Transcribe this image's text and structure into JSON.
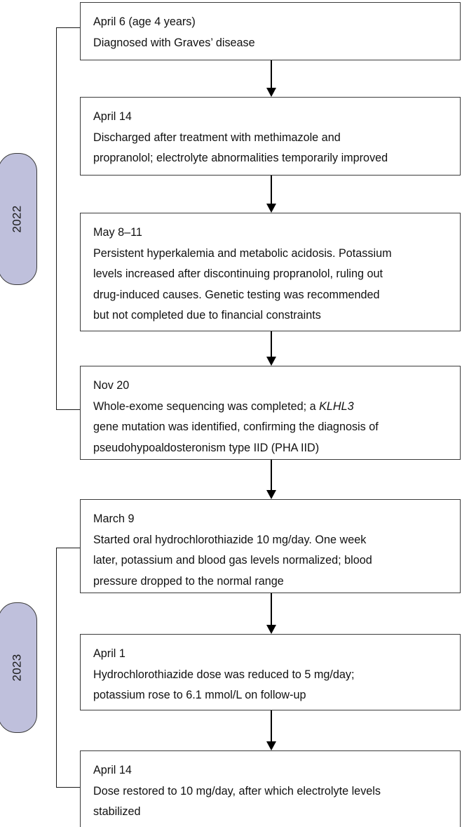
{
  "figure": {
    "type": "clinical-timeline-flowchart",
    "orientation": "vertical",
    "box_border_color": "#3b3b3b",
    "badge_fill_color": "#bfc0dc",
    "badge_border_color": "#3a3a3a",
    "arrow_color": "#000000"
  },
  "years": [
    {
      "id": "year-2022",
      "label": "2022"
    },
    {
      "id": "year-2023",
      "label": "2023"
    }
  ],
  "events": [
    {
      "id": "event-april-6-2022",
      "year": "2022",
      "date": "April 6 (age 4 years)",
      "body_lines": [
        "Diagnosed with Graves’ disease"
      ]
    },
    {
      "id": "event-april-14-2022",
      "year": "2022",
      "date": "April 14",
      "body_lines": [
        "Discharged after treatment with methimazole and",
        "propranolol; electrolyte abnormalities temporarily improved"
      ]
    },
    {
      "id": "event-may-8-11-2022",
      "year": "2022",
      "date": "May 8–11",
      "body_lines": [
        "Persistent hyperkalemia and metabolic acidosis. Potassium",
        "levels increased after discontinuing propranolol, ruling out",
        "drug-induced causes. Genetic testing was recommended",
        "but not completed due to financial constraints"
      ]
    },
    {
      "id": "event-nov-20-2022",
      "year": "2022",
      "date": "Nov 20",
      "body_lines_html": [
        "Whole-exome sequencing was completed; a <em>KLHL3</em>",
        "gene mutation was identified, confirming the diagnosis of",
        "pseudohypoaldosteronism type IID (PHA IID)"
      ]
    },
    {
      "id": "event-march-9-2023",
      "year": "2023",
      "date": "March 9",
      "body_lines": [
        "Started oral hydrochlorothiazide 10 mg/day. One week",
        "later, potassium and blood gas levels normalized; blood",
        "pressure dropped to the normal range"
      ]
    },
    {
      "id": "event-april-1-2023",
      "year": "2023",
      "date": "April 1",
      "body_lines": [
        "Hydrochlorothiazide dose was reduced to 5 mg/day;",
        "potassium rose to 6.1 mmol/L on follow-up"
      ]
    },
    {
      "id": "event-april-14-2023",
      "year": "2023",
      "date": "April 14",
      "body_lines": [
        "Dose restored to 10 mg/day, after which electrolyte levels",
        "stabilized"
      ]
    }
  ],
  "connectors": [
    {
      "id": "arrow-1",
      "from": "event-april-6-2022",
      "to": "event-april-14-2022"
    },
    {
      "id": "arrow-2",
      "from": "event-april-14-2022",
      "to": "event-may-8-11-2022"
    },
    {
      "id": "arrow-3",
      "from": "event-may-8-11-2022",
      "to": "event-nov-20-2022"
    },
    {
      "id": "arrow-4",
      "from": "event-nov-20-2022",
      "to": "event-march-9-2023"
    },
    {
      "id": "arrow-5",
      "from": "event-march-9-2023",
      "to": "event-april-1-2023"
    },
    {
      "id": "arrow-6",
      "from": "event-april-1-2023",
      "to": "event-april-14-2023"
    }
  ]
}
